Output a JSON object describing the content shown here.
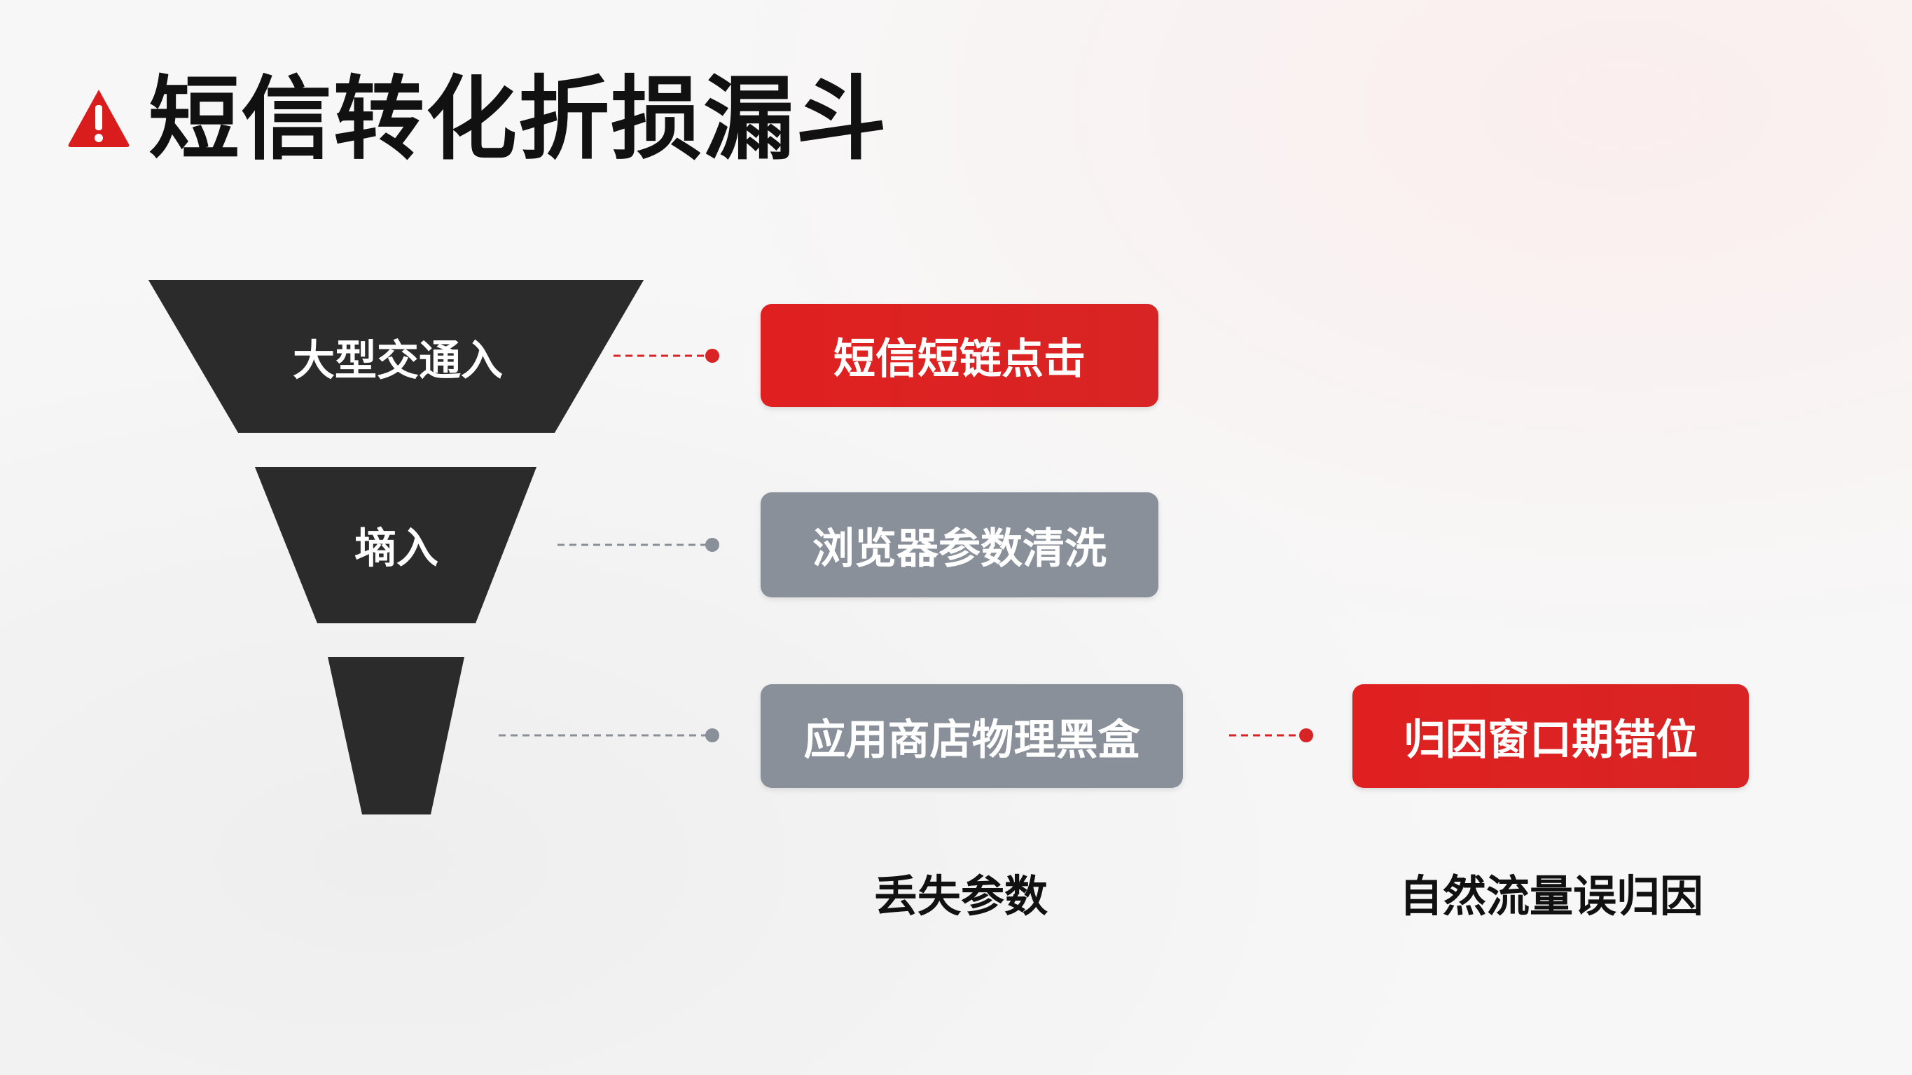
{
  "title": "短信转化折损漏斗",
  "icon": "warning-icon",
  "colors": {
    "red": "#de2222",
    "grey": "#8a9099",
    "funnel": "#2b2b2b"
  },
  "funnel": [
    {
      "label": "大型交通入"
    },
    {
      "label": "墒入"
    },
    {
      "label": ""
    }
  ],
  "boxes": [
    {
      "label": "短信短链点击"
    },
    {
      "label": "浏览器参数清洗"
    },
    {
      "label": "应用商店物理黑盒"
    },
    {
      "label": "归因窗口期错位"
    }
  ],
  "captions": [
    "丢失参数",
    "自然流量误归因"
  ]
}
